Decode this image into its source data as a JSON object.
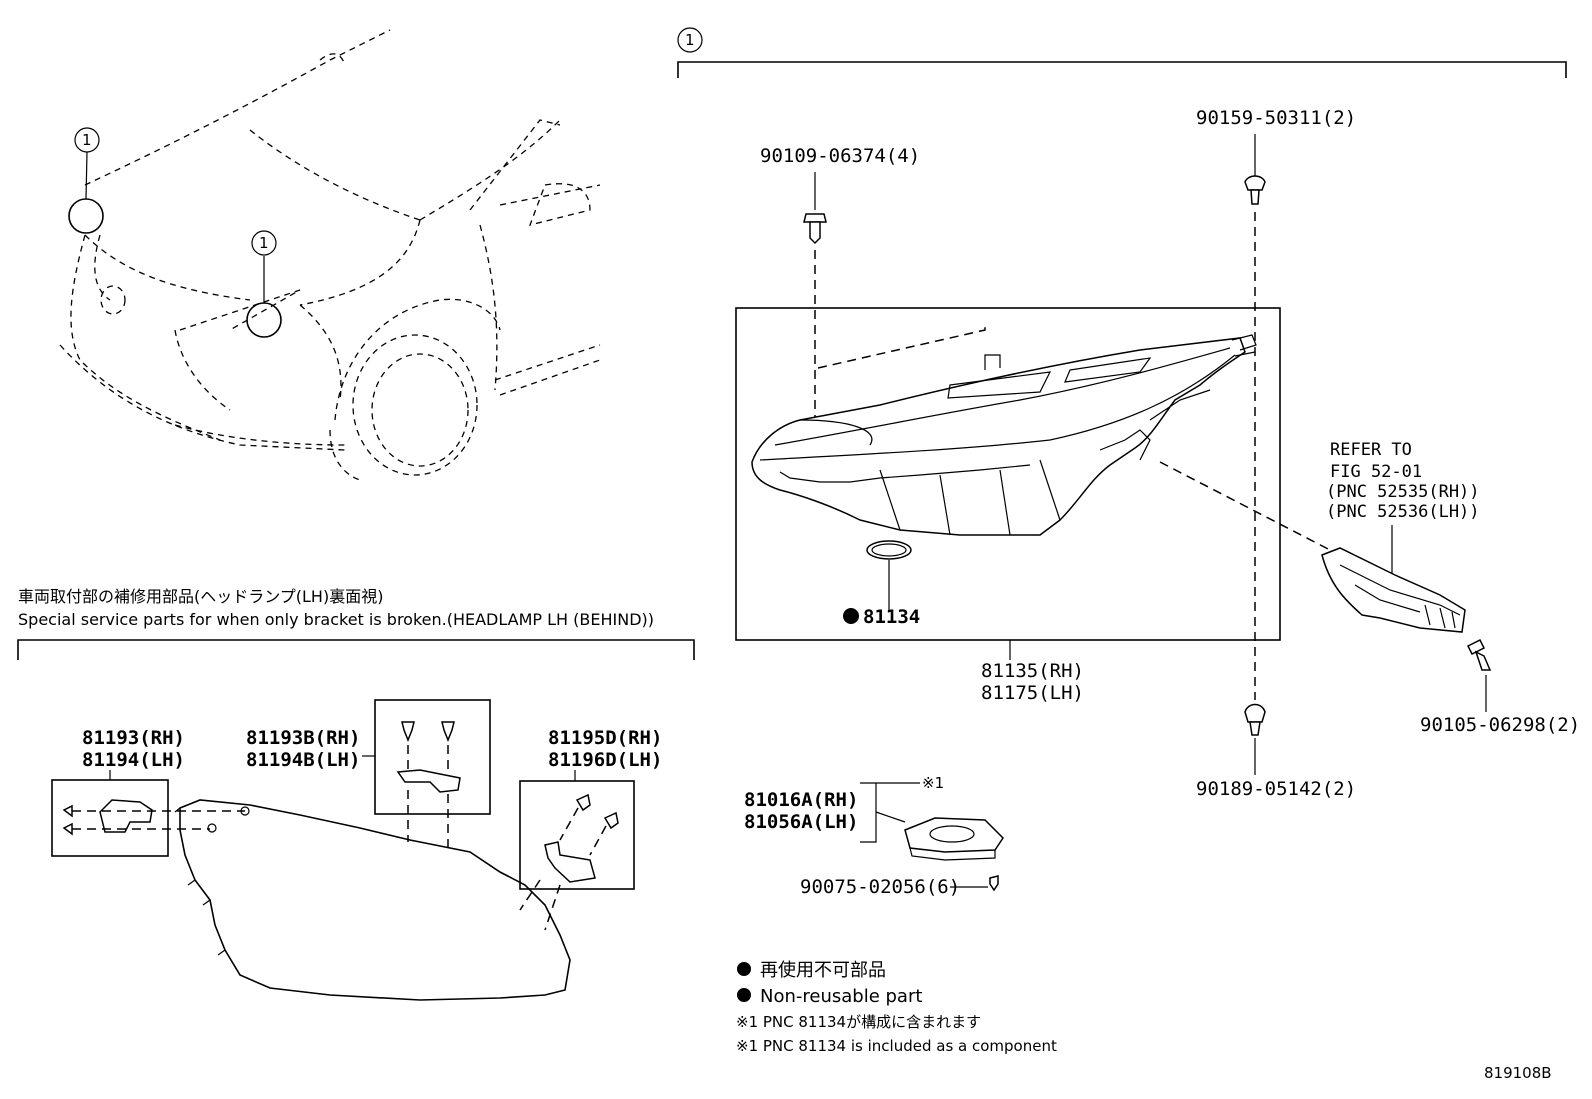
{
  "callout_number": "1",
  "vehicle_callouts": [
    "1",
    "1"
  ],
  "service_note": {
    "japanese": "車両取付部の補修用部品(ヘッドランプ(LH)裏面視)",
    "english": "Special service parts for when only bracket is broken.(HEADLAMP LH (BEHIND))"
  },
  "parts": {
    "bolt_top": "90109-06374(4)",
    "bolt_top_right": "90159-50311(2)",
    "refer_to": {
      "line1": "REFER TO",
      "line2": "FIG 52-01",
      "line3": "(PNC 52535(RH))",
      "line4": "(PNC 52536(LH))"
    },
    "gasket": "81134",
    "headlamp_rh": "81135(RH)",
    "headlamp_lh": "81175(LH)",
    "bolt_right": "90105-06298(2)",
    "clip_bottom": "90189-05142(2)",
    "computer_rh": "81016A(RH)",
    "computer_lh": "81056A(LH)",
    "computer_note_mark": "※1",
    "screw_computer": "90075-02056(6)",
    "bracket_a_rh": "81193(RH)",
    "bracket_a_lh": "81194(LH)",
    "bracket_b_rh": "81193B(RH)",
    "bracket_b_lh": "81194B(LH)",
    "bracket_d_rh": "81195D(RH)",
    "bracket_d_lh": "81196D(LH)"
  },
  "legend": {
    "nonreusable_jp": "再使用不可部品",
    "nonreusable_en": "Non-reusable part",
    "note1_jp": "※1 PNC 81134が構成に含まれます",
    "note1_en": "※1 PNC 81134 is included as a component"
  },
  "figure_code": "819108B"
}
